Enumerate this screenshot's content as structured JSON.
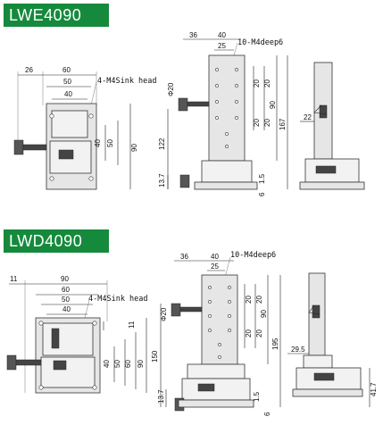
{
  "sections": [
    {
      "model": "LWE4090",
      "front_view": {
        "dims_top": [
          "26",
          "60",
          "50",
          "40"
        ],
        "note": "4-M4Sink head",
        "dims_right": [
          "40",
          "50",
          "90"
        ]
      },
      "side_view": {
        "dims_top": [
          "36",
          "40",
          "25"
        ],
        "note": "10-M4deep6",
        "phi": "Φ20",
        "dims_right": [
          "20",
          "20",
          "20",
          "20",
          "90",
          "167"
        ],
        "dims_left": [
          "122",
          "13.7"
        ],
        "dims_bottom": [
          "1.5",
          "6"
        ]
      },
      "end_view": {
        "dims": [
          "22"
        ]
      }
    },
    {
      "model": "LWD4090",
      "front_view": {
        "dims_top": [
          "11",
          "90",
          "60",
          "50",
          "40"
        ],
        "note": "4-M4Sink head",
        "dims_right": [
          "11",
          "40",
          "50",
          "60",
          "90"
        ]
      },
      "side_view": {
        "dims_top": [
          "36",
          "40",
          "25"
        ],
        "note": "10-M4deep6",
        "phi": "Φ20",
        "dims_right": [
          "20",
          "20",
          "20",
          "20",
          "90",
          "195"
        ],
        "dims_left": [
          "150",
          "13.7"
        ],
        "dims_bottom": [
          "1.5",
          "6"
        ]
      },
      "end_view": {
        "dims": [
          "29.5",
          "41.7"
        ]
      }
    }
  ]
}
